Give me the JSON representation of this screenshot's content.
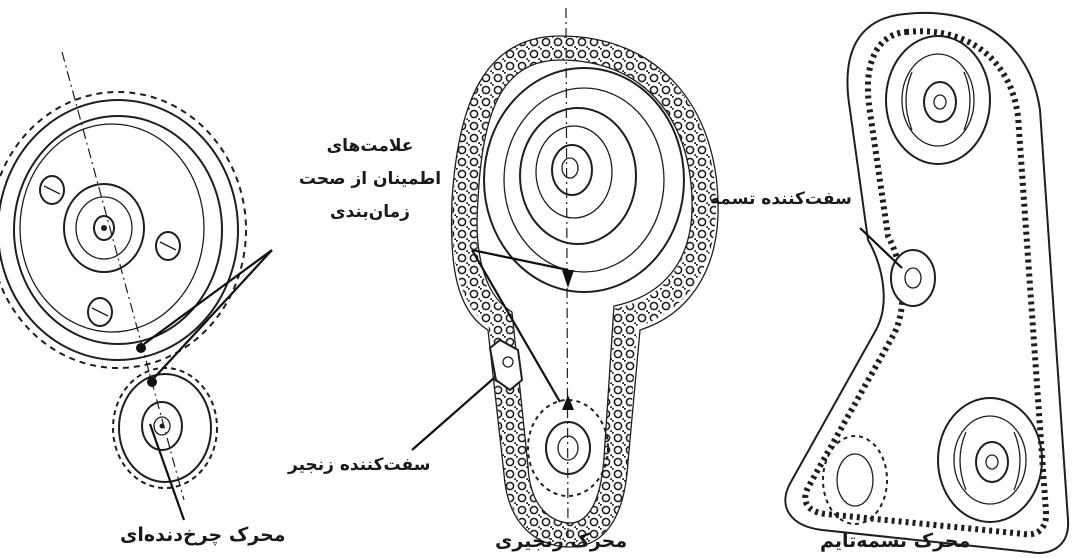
{
  "labels": {
    "timing_marks_line1": "علامت‌های",
    "timing_marks_line2": "اطمینان از صحت",
    "timing_marks_line3": "زمان‌بندی",
    "belt_tensioner": "سفت‌کننده تسمه",
    "chain_tensioner": "سفت‌کننده زنجیر",
    "gear_drive": "محرک چرخ‌دنده‌ای",
    "chain_drive": "محرک زنجیری",
    "timing_belt_drive": "محرک تسمه‌تایم"
  }
}
